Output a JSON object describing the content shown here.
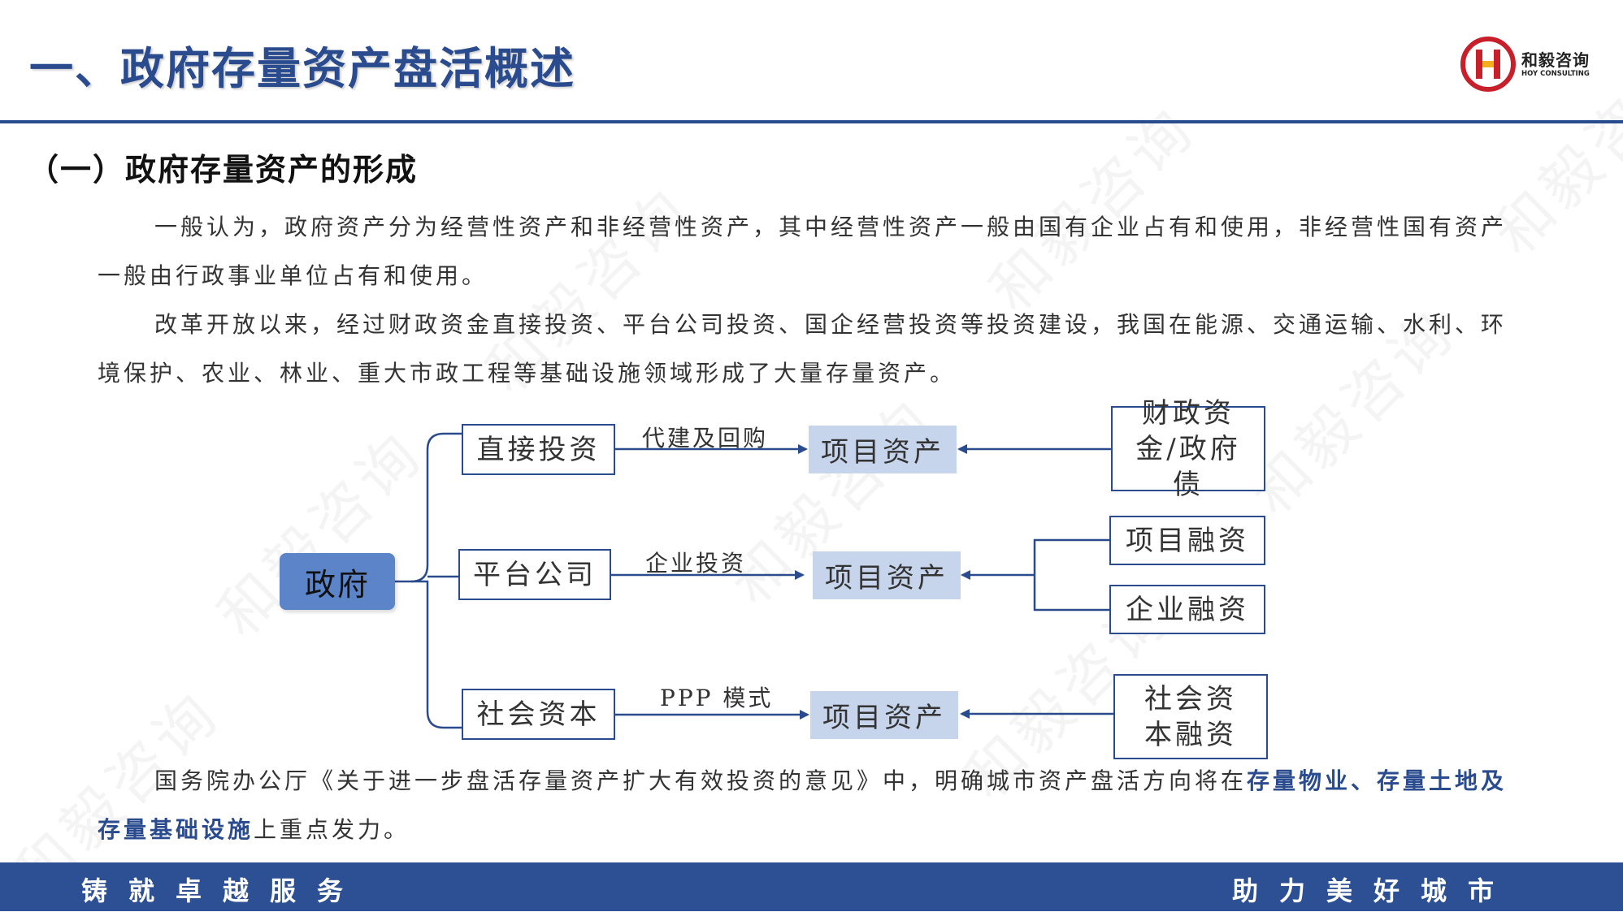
{
  "header": {
    "title": "一、政府存量资产盘活概述",
    "logo_cn": "和毅咨询",
    "logo_en": "HOY CONSULTING"
  },
  "section": {
    "heading": "（一）政府存量资产的形成",
    "paragraph1": "一般认为，政府资产分为经营性资产和非经营性资产，其中经营性资产一般由国有企业占有和使用，非经营性国有资产一般由行政事业单位占有和使用。",
    "paragraph2": "改革开放以来，经过财政资金直接投资、平台公司投资、国企经营投资等投资建设，我国在能源、交通运输、水利、环境保护、农业、林业、重大市政工程等基础设施领域形成了大量存量资产。",
    "paragraph3_pre": "国务院办公厅《关于进一步盘活存量资产扩大有效投资的意见》中，明确城市资产盘活方向将在",
    "paragraph3_hl1": "存量物业",
    "paragraph3_sep": "、",
    "paragraph3_hl2": "存量土地及存量基础设施",
    "paragraph3_post": "上重点发力。"
  },
  "diagram": {
    "root": "政府",
    "branches": [
      {
        "source": "直接投资",
        "method": "代建及回购",
        "asset": "项目资产",
        "funding": [
          "财政资金/政府债"
        ]
      },
      {
        "source": "平台公司",
        "method": "企业投资",
        "asset": "项目资产",
        "funding": [
          "项目融资",
          "企业融资"
        ]
      },
      {
        "source": "社会资本",
        "method": "PPP  模式",
        "asset": "项目资产",
        "funding": [
          "社会资本融资"
        ]
      }
    ]
  },
  "footer": {
    "left": "铸就卓越服务",
    "right": "助力美好城市"
  },
  "watermark": "和毅咨询",
  "colors": {
    "primary": "#2a4b8d",
    "asset_fill": "#c7d5ec",
    "root_fill": "#5b84c9",
    "logo_red": "#c8202b"
  }
}
